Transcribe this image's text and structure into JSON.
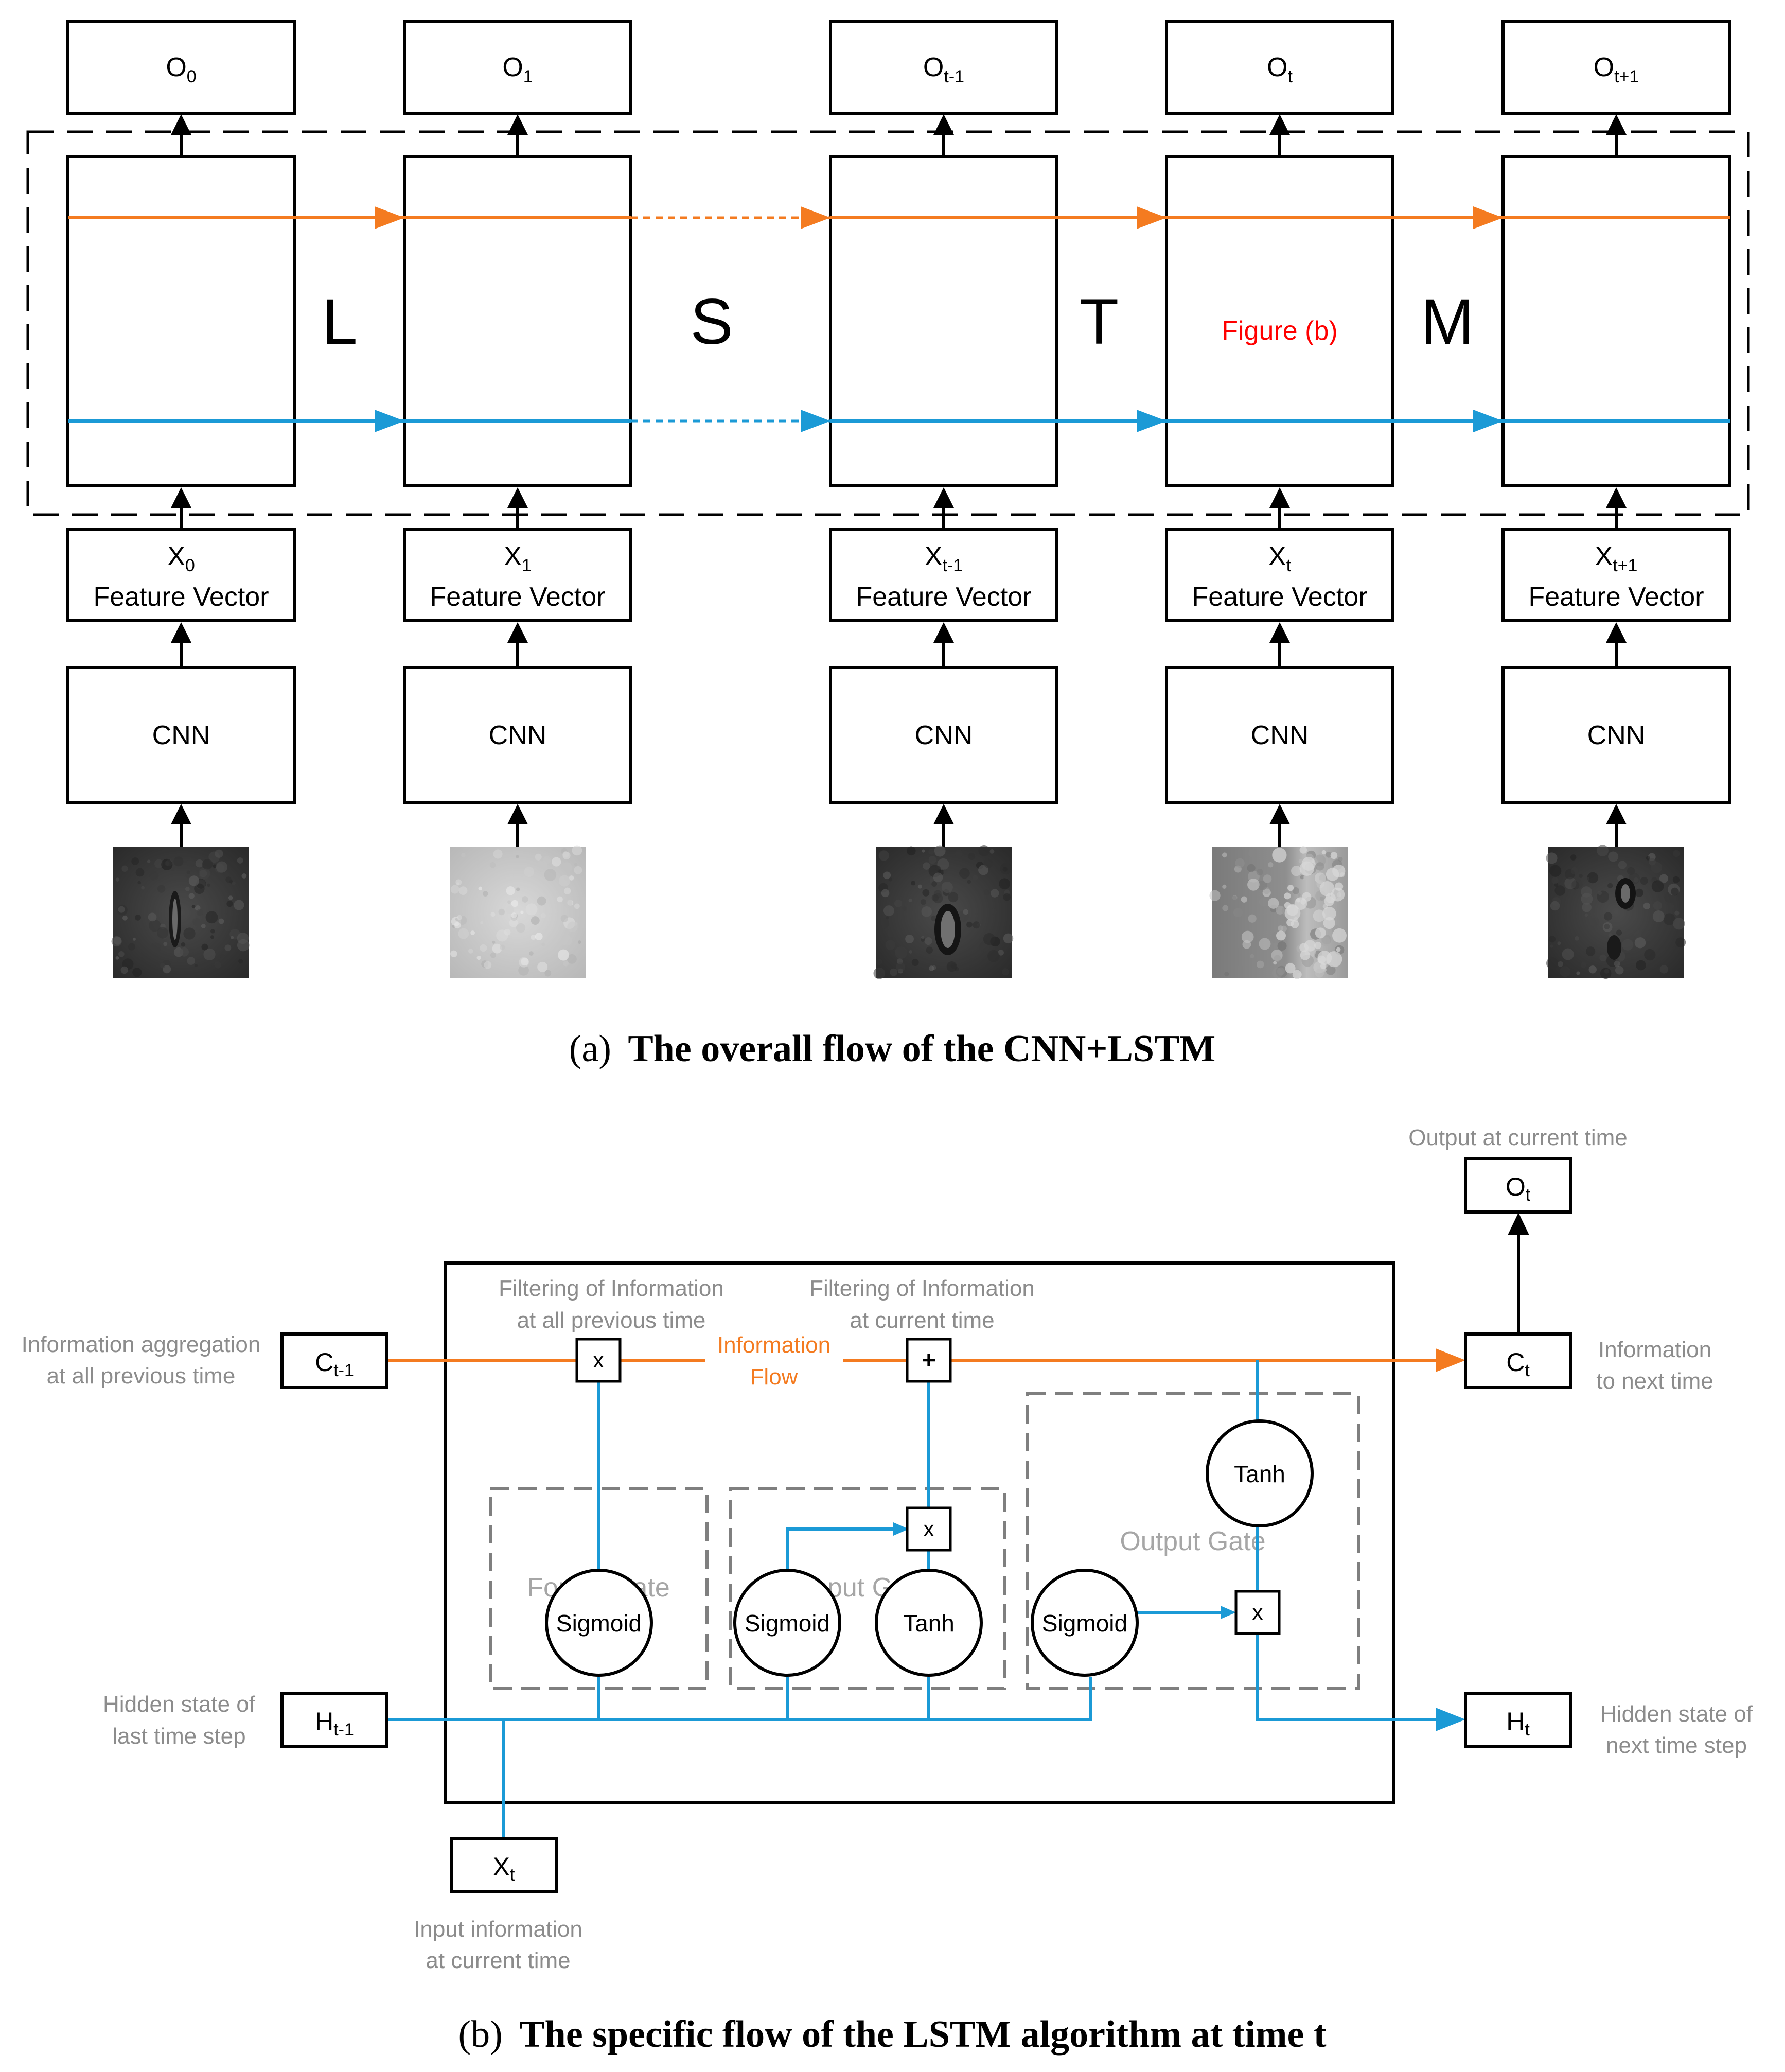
{
  "colors": {
    "orange": "#F47B20",
    "blue": "#1B9AD6",
    "gray_text": "#8C8C8C",
    "dash_gray": "#7F7F7F",
    "figure_b_red": "#FF0000"
  },
  "panel_a": {
    "caption_letter": "(a)",
    "caption_text": "The overall flow of the CNN+LSTM",
    "lstm_letters": [
      "L",
      "S",
      "T",
      "M"
    ],
    "figure_b_label": "Figure (b)",
    "feature_vector_label": "Feature Vector",
    "cnn_label": "CNN",
    "columns": [
      {
        "o_base": "O",
        "o_sub": "0",
        "x_base": "X",
        "x_sub": "0"
      },
      {
        "o_base": "O",
        "o_sub": "1",
        "x_base": "X",
        "x_sub": "1"
      },
      {
        "o_base": "O",
        "o_sub": "t-1",
        "x_base": "X",
        "x_sub": "t-1"
      },
      {
        "o_base": "O",
        "o_sub": "t",
        "x_base": "X",
        "x_sub": "t"
      },
      {
        "o_base": "O",
        "o_sub": "t+1",
        "x_base": "X",
        "x_sub": "t+1"
      }
    ],
    "thumbnails": [
      {
        "name": "defect-thumbnail-0",
        "tone": "dark"
      },
      {
        "name": "defect-thumbnail-1",
        "tone": "light"
      },
      {
        "name": "defect-thumbnail-t-1",
        "tone": "dark"
      },
      {
        "name": "defect-thumbnail-t",
        "tone": "medium"
      },
      {
        "name": "defect-thumbnail-t+1",
        "tone": "dark"
      }
    ]
  },
  "panel_b": {
    "caption_letter": "(b)",
    "caption_text": "The specific flow of the LSTM algorithm at time t",
    "output_label": "Output at current time",
    "o_t": {
      "base": "O",
      "sub": "t"
    },
    "c_prev": {
      "base": "C",
      "sub": "t-1"
    },
    "c_t": {
      "base": "C",
      "sub": "t"
    },
    "h_prev": {
      "base": "H",
      "sub": "t-1"
    },
    "h_t": {
      "base": "H",
      "sub": "t"
    },
    "x_t": {
      "base": "X",
      "sub": "t"
    },
    "info_aggregation": [
      "Information aggregation",
      "at all previous time"
    ],
    "info_next": [
      "Information",
      "to next time"
    ],
    "hidden_last": [
      "Hidden state of",
      "last time step"
    ],
    "hidden_next": [
      "Hidden state of",
      "next time step"
    ],
    "input_info": [
      "Input information",
      "at current time"
    ],
    "filter_all": [
      "Filtering of Information",
      "at all previous time"
    ],
    "filter_current": [
      "Filtering of Information",
      "at current time"
    ],
    "info_flow": [
      "Information",
      "Flow"
    ],
    "forget_gate": "Forget Gate",
    "input_gate": "Input Gate",
    "output_gate": "Output Gate",
    "sigmoid": "Sigmoid",
    "tanh": "Tanh",
    "mult": "x",
    "plus": "+"
  }
}
